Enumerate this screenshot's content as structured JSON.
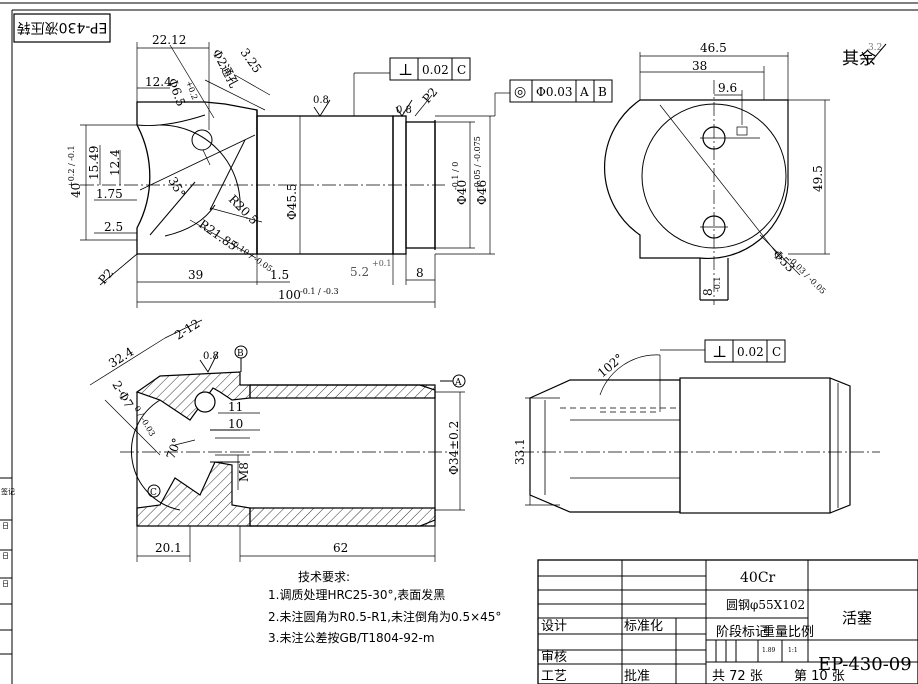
{
  "drawing_code_box": "EP-430液压转",
  "corner_note": "其余",
  "corner_roughness": "3.2",
  "tolerance_frames": {
    "perp_top": {
      "symbol": "⊥",
      "value": "0.02",
      "datum": "C"
    },
    "coax": {
      "symbol": "◎",
      "value": "Φ0.03",
      "datum1": "A",
      "datum2": "B"
    },
    "perp_right": {
      "symbol": "⊥",
      "value": "0.02",
      "datum": "C"
    }
  },
  "front_view": {
    "dims": {
      "d22_12": "22.12",
      "d12_4_top": "12.4",
      "d6_5": "Φ6.5",
      "d6_5_tol": "+0.2",
      "d2_thru": "Φ2通孔",
      "d3_25": "3.25",
      "d15_49": "15.49",
      "d12_4_side": "12.4",
      "d35deg": "35°",
      "d40": "40",
      "d40_tol": "+0.2 / -0.1",
      "d1_75": "1.75",
      "d2_5": "2.5",
      "r20_5": "R20.5",
      "r21_85": "R21.85",
      "r21_85_tol": "-0.10 / -0.05",
      "p2_left": "P2",
      "d39": "39",
      "d1_5": "1.5",
      "d100": "100",
      "d100_tol": "-0.1 / -0.3",
      "d5_2": "5.2",
      "d5_2_tol": "+0.1",
      "d8": "8",
      "dia45_5": "Φ45.5",
      "dia40": "Φ40",
      "dia40_tol": "-0.1 / 0",
      "dia46": "Φ46",
      "dia46_tol": "-0.05 / -0.075",
      "p2_right": "P2",
      "rough1": "0.8",
      "rough2": "0.8"
    }
  },
  "side_view": {
    "dims": {
      "d46_5": "46.5",
      "d38": "38",
      "d9_6": "9.6",
      "d49_5": "49.5",
      "dia53": "Φ53",
      "dia53_tol": "-0.03 / -0.05",
      "d8": "8",
      "d8_tol": "-0.1"
    }
  },
  "section_view": {
    "dims": {
      "d32_4": "32.4",
      "d2_12": "2-12",
      "d2_7": "2-Φ7",
      "d2_7_tol": "0 / -0.03",
      "d70deg": "70°",
      "d11": "11",
      "d10": "10",
      "m8": "M8",
      "d34": "Φ34±0.2",
      "d20_1": "20.1",
      "d62": "62",
      "rough": "0.8",
      "datum_a": "A",
      "datum_b": "B",
      "datum_c": "C"
    }
  },
  "detail_view": {
    "dims": {
      "d102deg": "102°",
      "d33_1": "33.1"
    }
  },
  "tech_requirements": {
    "title": "技术要求:",
    "items": [
      "1.调质处理HRC25-30°,表面发黑",
      "2.未注圆角为R0.5-R1,未注倒角为0.5×45°",
      "3.未注公差按GB/T1804-92-m"
    ]
  },
  "title_block": {
    "material": "40Cr",
    "stock": "圆钢φ55X102",
    "part_name": "活塞",
    "drawing_no": "EP-430-09",
    "stage_label": "阶段标记",
    "weight_label": "重量",
    "scale_label": "比例",
    "weight_value": "1.89",
    "scale_value": "1:1",
    "design": "设计",
    "standardize": "标准化",
    "review": "审核",
    "process": "工艺",
    "approve": "批准",
    "total_sheets": "共 72 张",
    "sheet_no": "第 10 张"
  },
  "left_margin_labels": [
    "签记",
    "日",
    "日",
    "日"
  ]
}
